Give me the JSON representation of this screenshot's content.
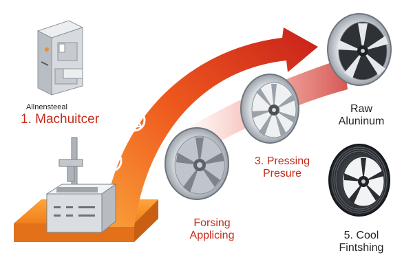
{
  "steps": [
    {
      "lines": [
        "Allnensteeal",
        "1. Machuitcer"
      ]
    },
    {
      "lines": [
        "Forsing",
        "Applicing"
      ]
    },
    {
      "lines": [
        "3. Pressing",
        "Presure"
      ]
    },
    {
      "lines": [
        "Raw",
        "Aluninum"
      ]
    },
    {
      "lines": [
        "5. Cool",
        "Fintshing"
      ]
    }
  ],
  "icons": [
    "x-icon",
    "triangle-arrow-icon",
    "gear-icon"
  ],
  "colors": {
    "arrow_orange": "#f47a1f",
    "arrow_red": "#d6261c",
    "platform_orange": "#f28b22",
    "label_red": "#c62a1b",
    "label_dark": "#222222",
    "machine_gray": "#d7dade"
  }
}
